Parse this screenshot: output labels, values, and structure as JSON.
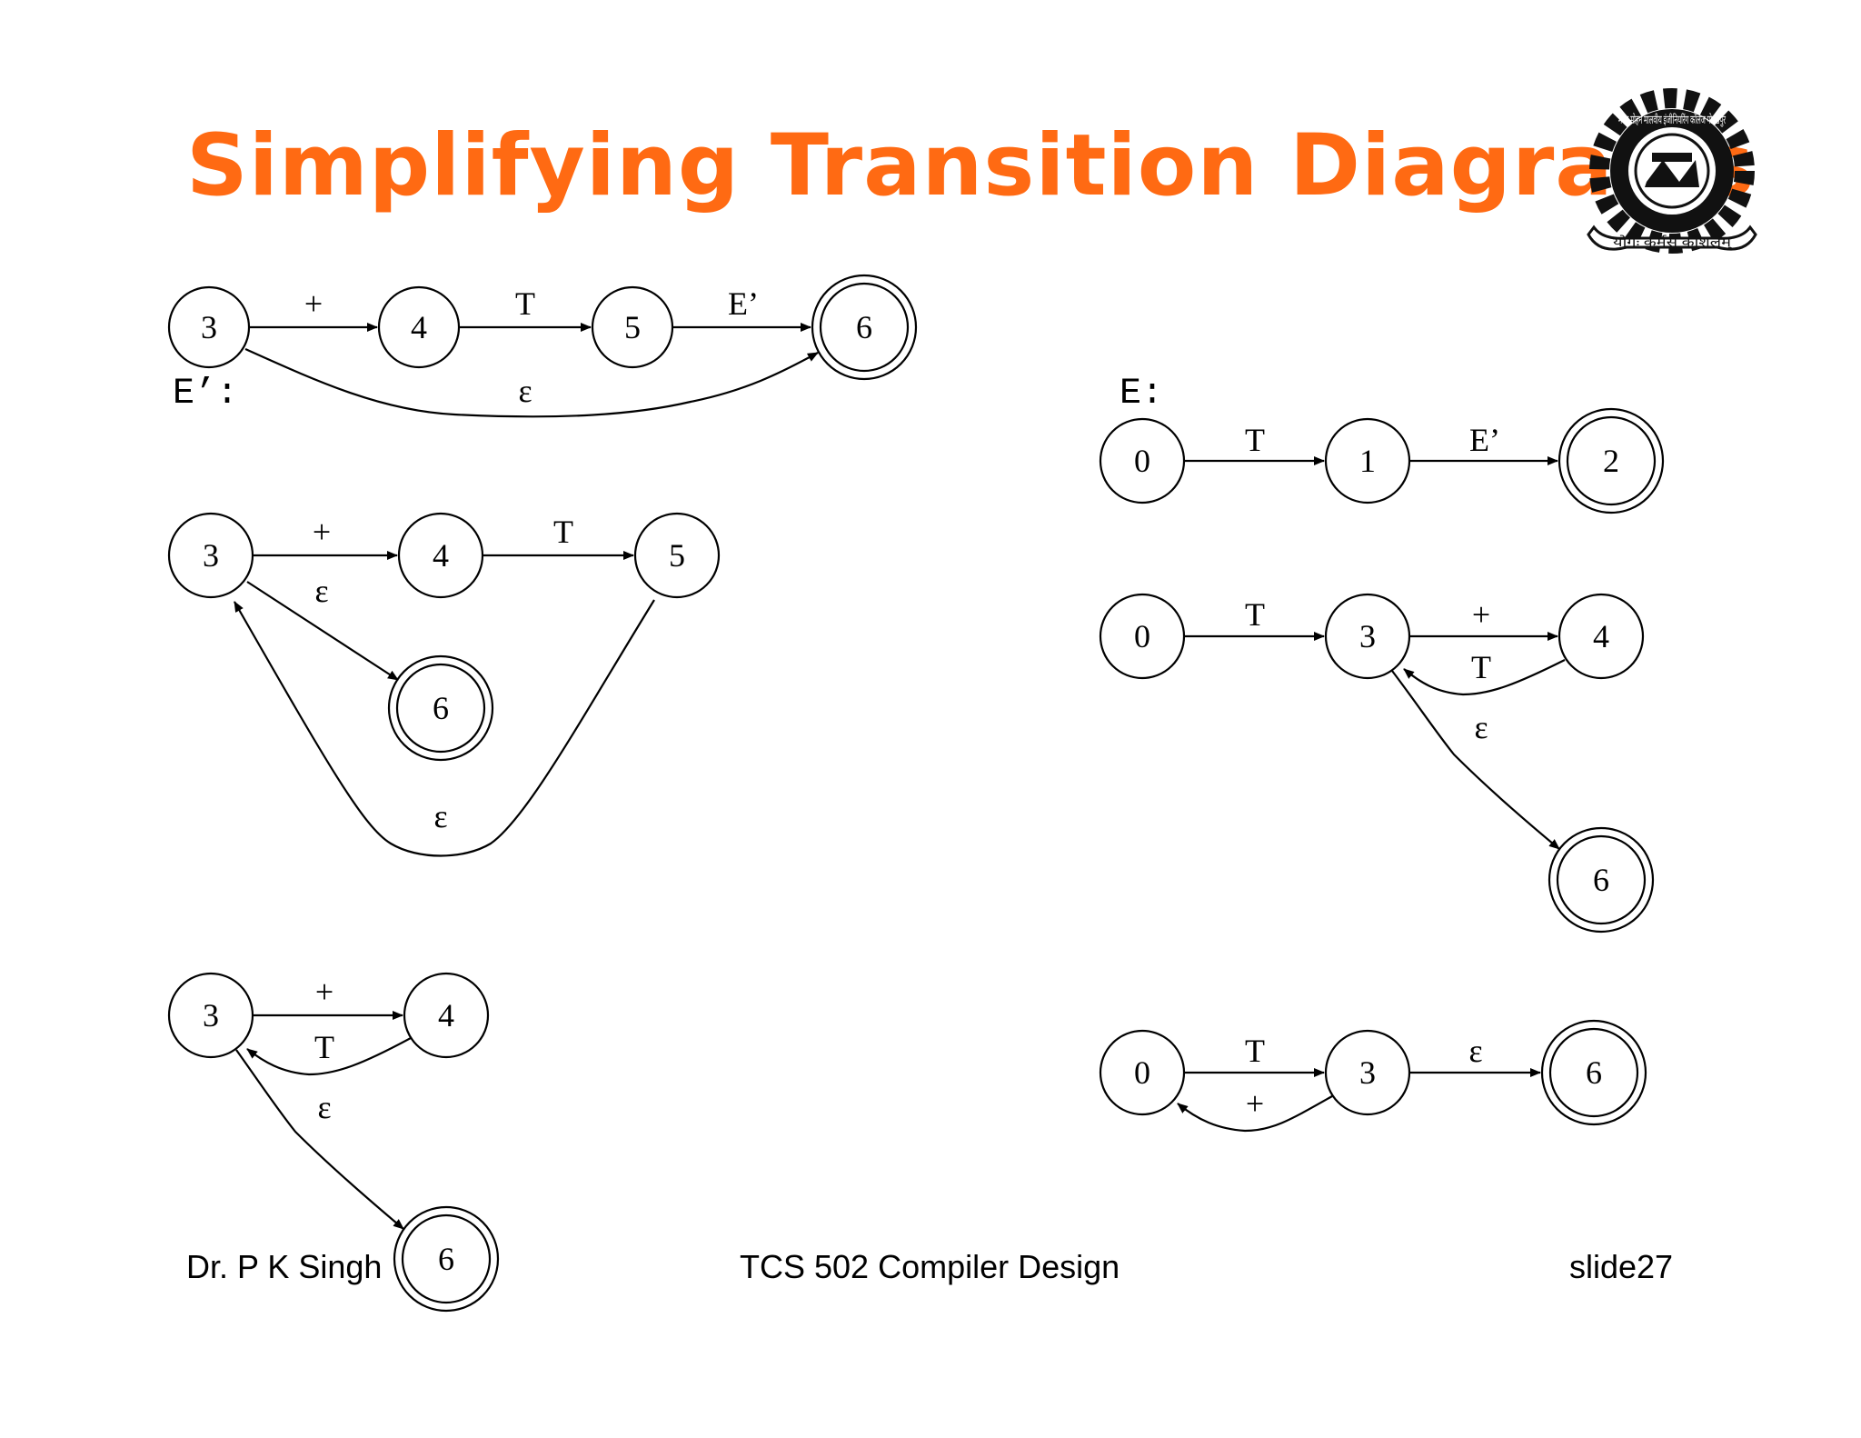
{
  "slide": {
    "title": "Simplifying Transition Diagrams",
    "footer_left": "Dr. P K Singh",
    "footer_center": "TCS 502 Compiler Design",
    "footer_right": "slide27",
    "title_color": "#ff6a13",
    "logo": {
      "icon": "institute-seal-gear-icon",
      "text": "मदन मोहन मालवीय इंजीनियरिंग कॉलेज गोरखपुर",
      "motto": "योगः कर्मसु कौशलम्"
    }
  },
  "diagrams": {
    "e_prime_label": "E’:",
    "e_label": "E:",
    "d1": {
      "states": [
        "3",
        "4",
        "5",
        "6"
      ],
      "edges": [
        "+",
        "T",
        "E’",
        "ε"
      ]
    },
    "d2": {
      "states": [
        "3",
        "4",
        "5",
        "6"
      ],
      "edges": [
        "+",
        "T",
        "ε",
        "ε"
      ]
    },
    "d3": {
      "states": [
        "3",
        "4",
        "6"
      ],
      "edges": [
        "+",
        "T",
        "ε"
      ]
    },
    "d4": {
      "states": [
        "0",
        "1",
        "2"
      ],
      "edges": [
        "T",
        "E’"
      ]
    },
    "d5": {
      "states": [
        "0",
        "3",
        "4",
        "6"
      ],
      "edges": [
        "T",
        "+",
        "T",
        "ε"
      ]
    },
    "d6": {
      "states": [
        "0",
        "3",
        "6"
      ],
      "edges": [
        "T",
        "ε",
        "+"
      ]
    }
  }
}
